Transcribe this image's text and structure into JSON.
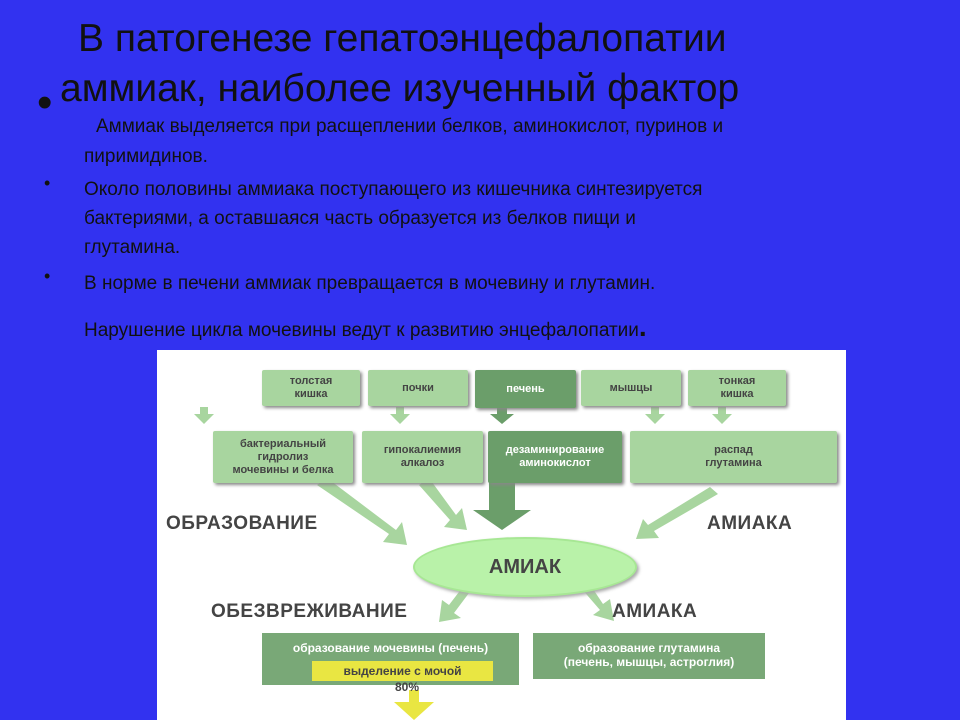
{
  "title": {
    "line1": "В патогенезе гепатоэнцефалопатии",
    "line2": "аммиак, наиболее изученный фактор"
  },
  "bullets": [
    {
      "line1": "Аммиак выделяется при расщеплении белков, аминокислот, пуринов и",
      "line2": "пиримидинов."
    },
    {
      "line1": "Около половины аммиака поступающего из кишечника синтезируется",
      "line2": "бактериями, а оставшаяся часть образуется из белков пищи и",
      "line3": "глутамина."
    },
    {
      "line1": "В норме в печени аммиак превращается в мочевину и глутамин."
    }
  ],
  "paragraph": {
    "text": "Нарушение цикла мочевины ведут к развитию энцефалопатии",
    "end": "."
  },
  "diagram": {
    "sources": [
      {
        "line1": "толстая",
        "line2": "кишка"
      },
      {
        "line1": "почки",
        "line2": ""
      },
      {
        "line1": "печень",
        "line2": ""
      },
      {
        "line1": "мышцы",
        "line2": ""
      },
      {
        "line1": "тонкая",
        "line2": "кишка"
      }
    ],
    "processes": [
      {
        "line1": "бактериальный",
        "line2": "гидролиз",
        "line3": "мочевины и белка"
      },
      {
        "line1": "гипокалиемия",
        "line2": "алкалоз",
        "line3": ""
      },
      {
        "line1": "дезаминирование",
        "line2": "аминокислот",
        "line3": ""
      },
      {
        "line1": "распад",
        "line2": "глутамина",
        "line3": ""
      }
    ],
    "label_formation_left": "ОБРАЗОВАНИЕ",
    "label_formation_right": "АМИАКА",
    "center": "АМИАК",
    "label_detox_left": "ОБЕЗВРЕЖИВАНИЕ",
    "label_detox_right": "АМИАКА",
    "outputs": [
      {
        "line1": "образование мочевины (печень)",
        "line2": ""
      },
      {
        "line1": "образование глутамина",
        "line2": "(печень, мышцы, астроглия)"
      }
    ],
    "excretion": "выделение с мочой",
    "percent": "80%",
    "colors": {
      "light_box": "#a8d59f",
      "dark_box": "#6b9e6a",
      "ellipse": "#b9f2a9",
      "yellow": "#e9e642",
      "background": "#3232f0"
    }
  }
}
